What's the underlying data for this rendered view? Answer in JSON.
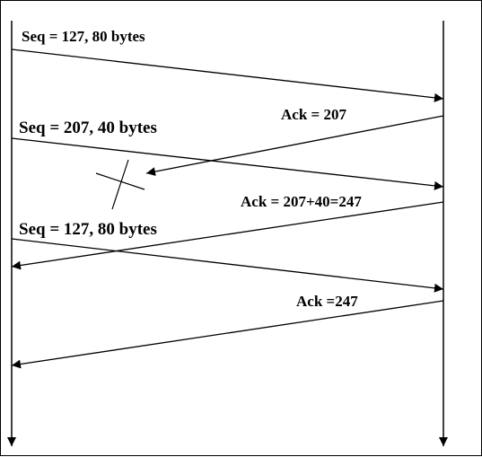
{
  "diagram": {
    "type": "sequence",
    "colors": {
      "line": "#000000",
      "background": "#ffffff"
    },
    "lifelines": [
      {
        "id": "left"
      },
      {
        "id": "right"
      }
    ],
    "messages": [
      {
        "id": "m1",
        "from": "left",
        "to": "right",
        "label": "Seq = 127, 80 bytes",
        "lost": false
      },
      {
        "id": "m2",
        "from": "right",
        "to": "left",
        "label": "Ack = 207",
        "lost": true
      },
      {
        "id": "m3",
        "from": "left",
        "to": "right",
        "label": "Seq = 207, 40 bytes",
        "lost": false
      },
      {
        "id": "m4",
        "from": "right",
        "to": "left",
        "label": "Ack = 207+40=247",
        "lost": false
      },
      {
        "id": "m5",
        "from": "left",
        "to": "right",
        "label": "Seq = 127, 80 bytes",
        "lost": false
      },
      {
        "id": "m6",
        "from": "right",
        "to": "left",
        "label": "Ack =247",
        "lost": false
      }
    ]
  }
}
